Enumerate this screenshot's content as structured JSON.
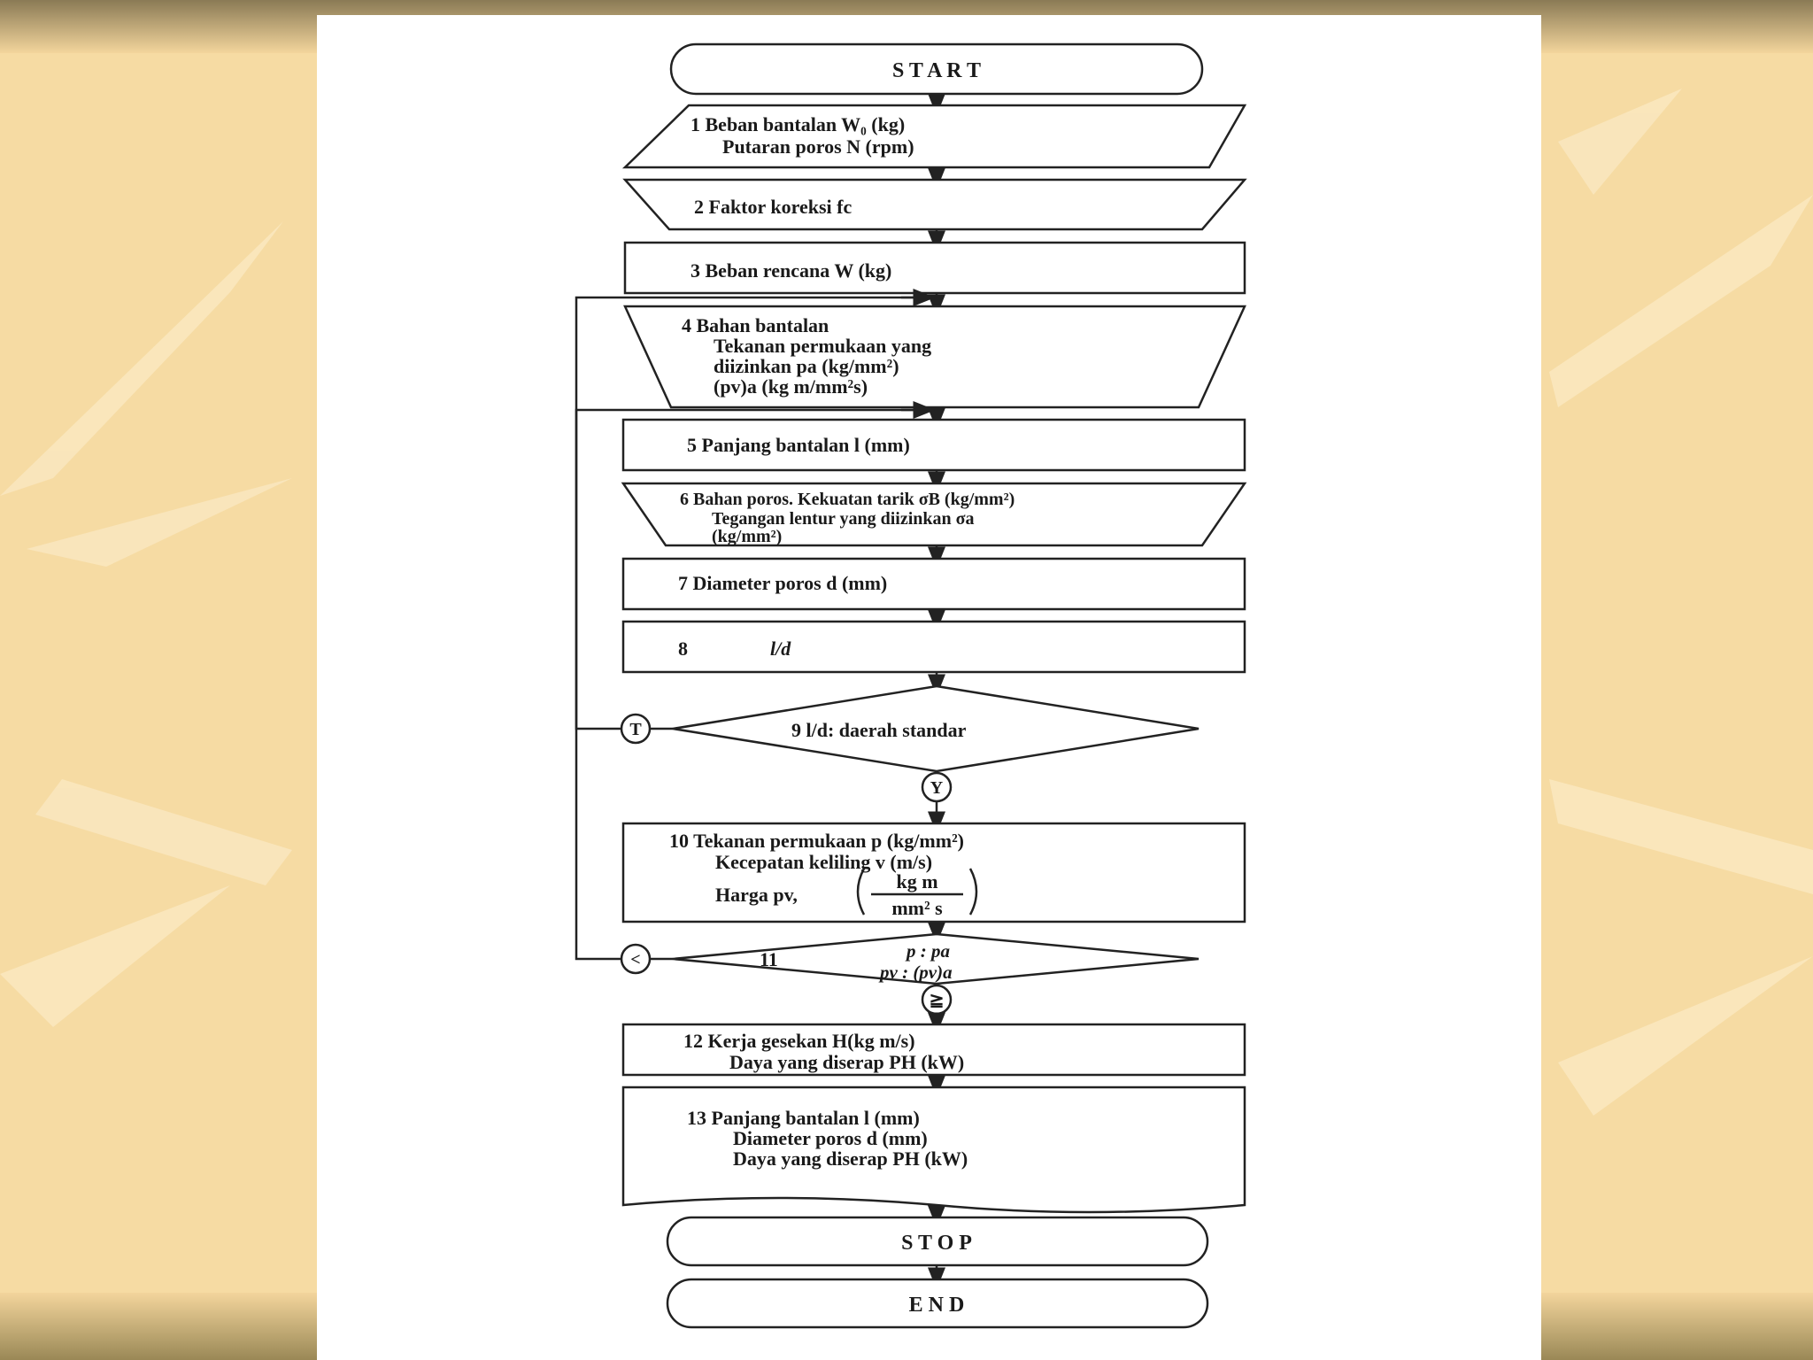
{
  "colors": {
    "background": "#f6dba3",
    "top_bar": "#8a7a55",
    "page": "#ffffff",
    "ink": "#1a1a1a"
  },
  "flowchart": {
    "start": "S T A R T",
    "step1": {
      "line1": "1  Beban bantalan W₀ (kg)",
      "line2": "Putaran poros N (rpm)"
    },
    "step2": "2  Faktor koreksi fc",
    "step3": "3  Beban rencana W (kg)",
    "step4": {
      "line1": "4  Bahan bantalan",
      "line2": "Tekanan permukaan yang",
      "line3": "diizinkan pa (kg/mm²)",
      "line4": "(pv)a (kg m/mm²s)"
    },
    "step5": "5  Panjang bantalan l (mm)",
    "step6": {
      "line1": "6  Bahan poros. Kekuatan tarik σB (kg/mm²)",
      "line2": "Tegangan   lentur   yang   diizinkan   σa",
      "line3": "(kg/mm²)"
    },
    "step7": "7  Diameter poros d (mm)",
    "step8": {
      "number": "8",
      "text": "l/d"
    },
    "step9": "9  l/d: daerah standar",
    "step9_no": "T",
    "step9_yes": "Y",
    "step10": {
      "line1": "10  Tekanan permukaan p (kg/mm²)",
      "line2": "Kecepatan keliling v (m/s)",
      "line3": "Harga pv,",
      "unit_top": "kg m",
      "unit_bottom": "mm² s"
    },
    "step11": {
      "number": "11",
      "line1": "p : pa",
      "line2": "pv : (pv)a"
    },
    "step11_lt": "<",
    "step11_ge": "≧",
    "step12": {
      "line1": "12  Kerja gesekan H(kg m/s)",
      "line2": "Daya yang diserap PH (kW)"
    },
    "step13": {
      "line1": "13  Panjang bantalan l (mm)",
      "line2": "Diameter poros d (mm)",
      "line3": "Daya yang diserap PH (kW)"
    },
    "stop": "S T O P",
    "end": "E N D"
  }
}
